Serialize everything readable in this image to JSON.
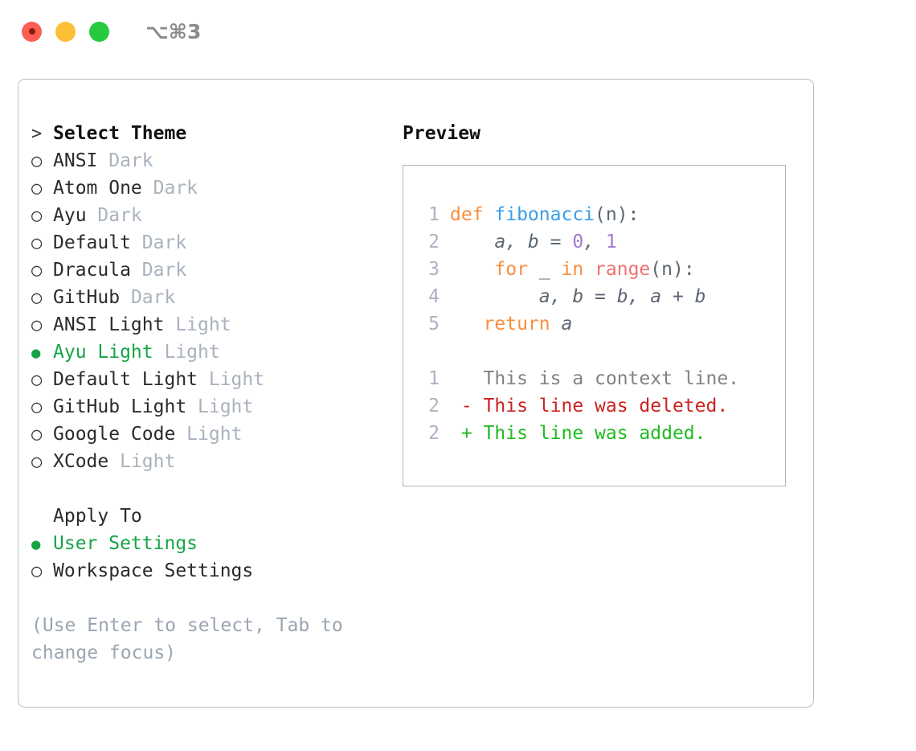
{
  "window": {
    "shortcut": "⌥⌘3",
    "traffic_lights": [
      "close-red",
      "minimize-yellow",
      "maximize-green"
    ]
  },
  "theme_picker": {
    "heading_marker": ">",
    "heading": "Select Theme",
    "items": [
      {
        "marker": "○",
        "name": "ANSI",
        "variant": "Dark",
        "selected": false
      },
      {
        "marker": "○",
        "name": "Atom One",
        "variant": "Dark",
        "selected": false
      },
      {
        "marker": "○",
        "name": "Ayu",
        "variant": "Dark",
        "selected": false
      },
      {
        "marker": "○",
        "name": "Default",
        "variant": "Dark",
        "selected": false
      },
      {
        "marker": "○",
        "name": "Dracula",
        "variant": "Dark",
        "selected": false
      },
      {
        "marker": "○",
        "name": "GitHub",
        "variant": "Dark",
        "selected": false
      },
      {
        "marker": "○",
        "name": "ANSI Light",
        "variant": "Light",
        "selected": false
      },
      {
        "marker": "●",
        "name": "Ayu Light",
        "variant": "Light",
        "selected": true
      },
      {
        "marker": "○",
        "name": "Default Light",
        "variant": "Light",
        "selected": false
      },
      {
        "marker": "○",
        "name": "GitHub Light",
        "variant": "Light",
        "selected": false
      },
      {
        "marker": "○",
        "name": "Google Code",
        "variant": "Light",
        "selected": false
      },
      {
        "marker": "○",
        "name": "XCode",
        "variant": "Light",
        "selected": false
      }
    ]
  },
  "apply_to": {
    "heading": "Apply To",
    "items": [
      {
        "marker": "●",
        "label": "User Settings",
        "selected": true
      },
      {
        "marker": "○",
        "label": "Workspace Settings",
        "selected": false
      }
    ]
  },
  "hint": "(Use Enter to select, Tab to change focus)",
  "preview": {
    "title": "Preview",
    "code": [
      {
        "lineno": "1",
        "tokens": [
          {
            "t": "def ",
            "c": "tok-kw"
          },
          {
            "t": "fibonacci",
            "c": "tok-fn"
          },
          {
            "t": "(n):",
            "c": "tok-punct"
          }
        ]
      },
      {
        "lineno": "2",
        "tokens": [
          {
            "t": "    a, b = ",
            "c": "tok-var"
          },
          {
            "t": "0",
            "c": "tok-num"
          },
          {
            "t": ", ",
            "c": "tok-var"
          },
          {
            "t": "1",
            "c": "tok-num"
          }
        ]
      },
      {
        "lineno": "3",
        "tokens": [
          {
            "t": "    ",
            "c": "tok-var"
          },
          {
            "t": "for",
            "c": "tok-kw"
          },
          {
            "t": " _ ",
            "c": "tok-var"
          },
          {
            "t": "in",
            "c": "tok-kw"
          },
          {
            "t": " ",
            "c": "tok-var"
          },
          {
            "t": "range",
            "c": "tok-call"
          },
          {
            "t": "(n):",
            "c": "tok-punct"
          }
        ]
      },
      {
        "lineno": "4",
        "tokens": [
          {
            "t": "        a, b = b, a + b",
            "c": "tok-var"
          }
        ]
      },
      {
        "lineno": "5",
        "tokens": [
          {
            "t": "   ",
            "c": "tok-var"
          },
          {
            "t": "return",
            "c": "tok-kw"
          },
          {
            "t": " a",
            "c": "tok-var"
          }
        ]
      }
    ],
    "diff": [
      {
        "lineno": "1",
        "text": "   This is a context line.",
        "kind": "diff-ctx"
      },
      {
        "lineno": "2",
        "text": " - This line was deleted.",
        "kind": "diff-del"
      },
      {
        "lineno": "2",
        "text": " + This line was added.",
        "kind": "diff-add"
      }
    ]
  },
  "colors": {
    "accent_green": "#16a546",
    "muted": "#a9b2bd",
    "hint": "#9aa5b1",
    "keyword": "#fa8d3e",
    "function": "#399ee6",
    "number": "#a37acc",
    "call": "#f07171",
    "variable": "#5c6773",
    "diff_add": "#1fbb1f",
    "diff_del": "#cc2222",
    "diff_ctx": "#828282",
    "border": "#b6bec9"
  }
}
